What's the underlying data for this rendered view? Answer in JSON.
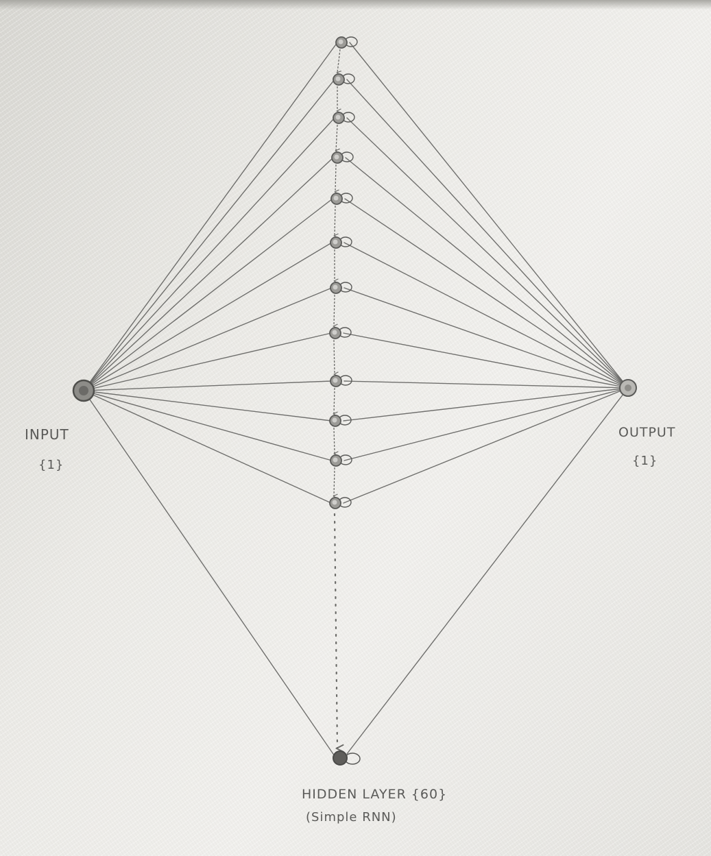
{
  "diagram": {
    "input": {
      "label": "INPUT",
      "count": "{1}"
    },
    "output": {
      "label": "OUTPUT",
      "count": "{1}"
    },
    "hidden": {
      "label": "HIDDEN LAYER {60}",
      "sublabel": "(Simple RNN)"
    },
    "visible_hidden_nodes": 13,
    "ink_color": "#5a5a58",
    "paper_color": "#e6e5e1"
  }
}
